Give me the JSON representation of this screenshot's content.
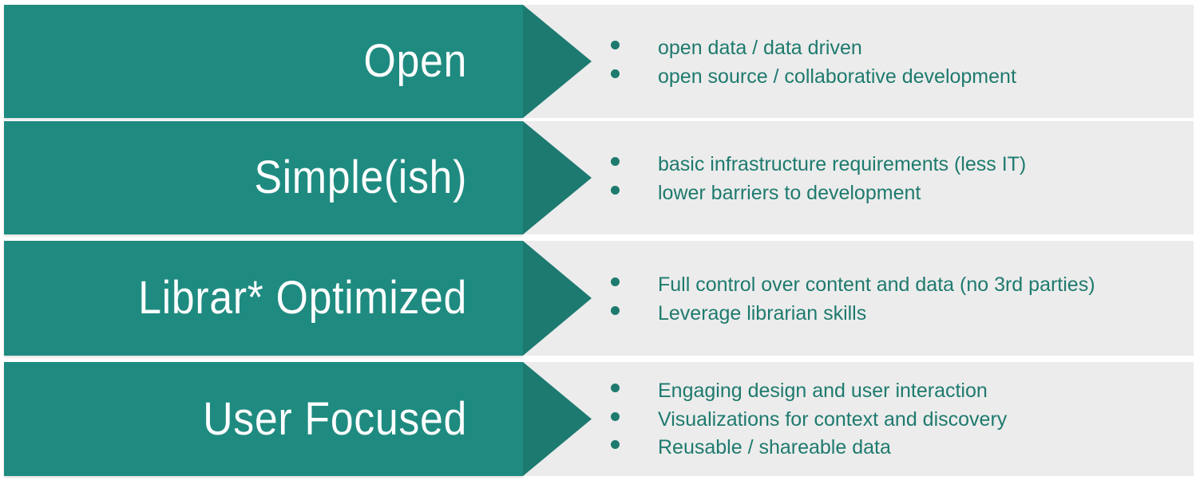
{
  "theme": {
    "bar_color": "#1f8b80",
    "arrow_color": "#1d7a71",
    "panel_color": "#ececec",
    "bullet_color": "#1e7a6e",
    "label_color": "#ffffff",
    "page_background": "#ffffff"
  },
  "rows": [
    {
      "label": "Open",
      "bullets": [
        "open data / data driven",
        "open source / collaborative development"
      ]
    },
    {
      "label": "Simple(ish)",
      "bullets": [
        "basic infrastructure requirements (less IT)",
        "lower barriers to development"
      ]
    },
    {
      "label": "Librar* Optimized",
      "bullets": [
        "Full control over content and data (no 3rd parties)",
        "Leverage librarian skills"
      ]
    },
    {
      "label": "User Focused",
      "bullets": [
        "Engaging design and user interaction",
        "Visualizations for context and discovery",
        "Reusable / shareable data"
      ]
    }
  ]
}
